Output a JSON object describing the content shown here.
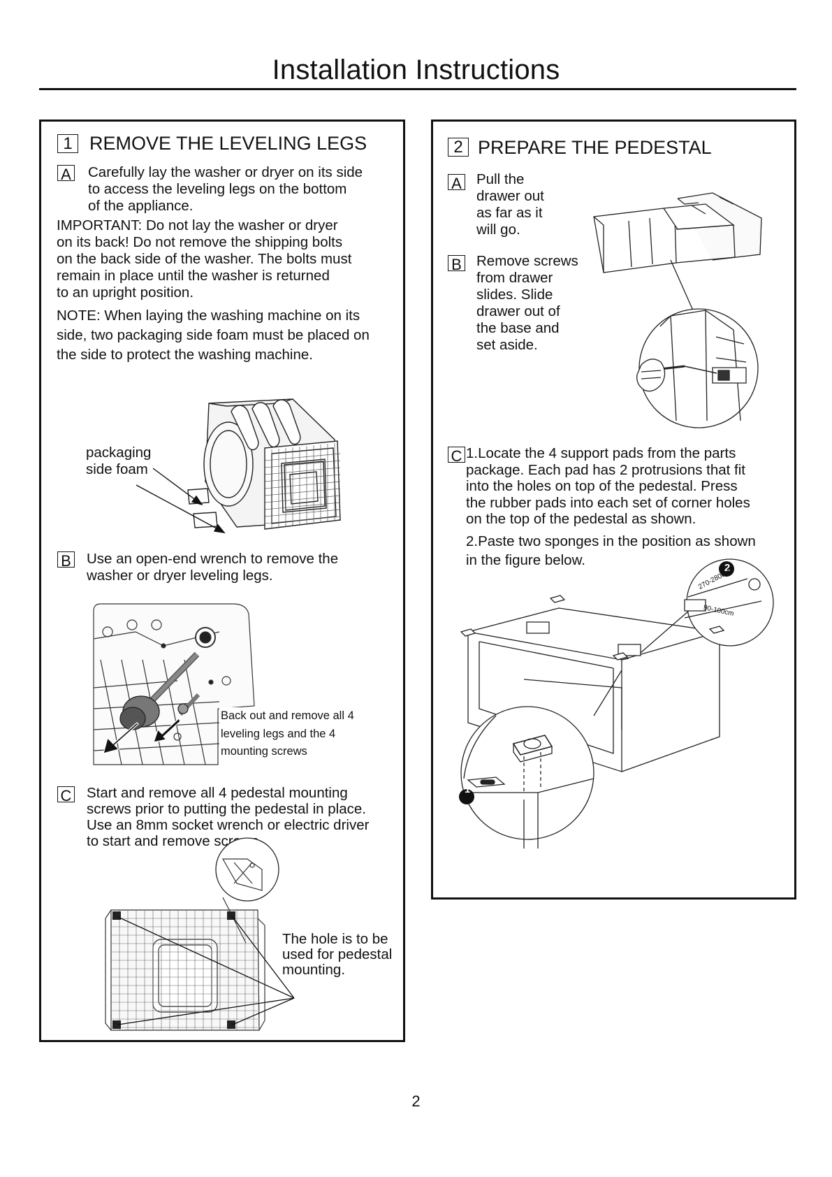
{
  "page": {
    "title": "Installation Instructions",
    "page_number": "2"
  },
  "section1": {
    "number": "1",
    "title": "REMOVE THE LEVELING LEGS",
    "stepA": {
      "label": "A",
      "text": "Carefully lay the washer or dryer on its side\nto access the leveling legs on the bottom\nof the appliance."
    },
    "important": "IMPORTANT: Do not lay the washer or dryer\non its back! Do not remove the shipping bolts\non the back side of the washer. The bolts must\nremain in place until the washer is returned\nto an upright position.",
    "note": "NOTE:  When laying the washing machine on its\nside, two packaging side foam must be placed on\nthe side to protect the washing machine.",
    "foam_label": "packaging\nside foam",
    "stepB": {
      "label": "B",
      "text": "Use an open-end wrench to remove the\nwasher or dryer leveling legs."
    },
    "legs_caption": "Back out and remove all 4\nleveling legs and the 4\nmounting screws",
    "stepC": {
      "label": "C",
      "text": "Start and remove all 4 pedestal mounting\nscrews prior to putting the pedestal in place.\nUse an 8mm  socket wrench or electric driver\nto start and remove screws."
    },
    "hole_caption": "The hole is to be\nused for pedestal\nmounting."
  },
  "section2": {
    "number": "2",
    "title": "PREPARE THE PEDESTAL",
    "stepA": {
      "label": "A",
      "text": "Pull the\ndrawer out\nas far as it\nwill go."
    },
    "stepB": {
      "label": "B",
      "text": "Remove screws\nfrom drawer\nslides. Slide\ndrawer out of\nthe base and\nset aside."
    },
    "stepC": {
      "label": "C",
      "item1": "1.Locate the 4 support pads from the parts\n   package. Each pad has 2 protrusions that fit\n   into the holes on top of the pedestal. Press\n   the rubber pads into each set of corner holes\n   on the top of the pedestal as shown.",
      "item2": "2.Paste two sponges in the position as shown\n   in the figure below."
    },
    "callout1": "1",
    "callout2": "2",
    "dim_long": "270-280cm",
    "dim_short": "90-100cm"
  }
}
